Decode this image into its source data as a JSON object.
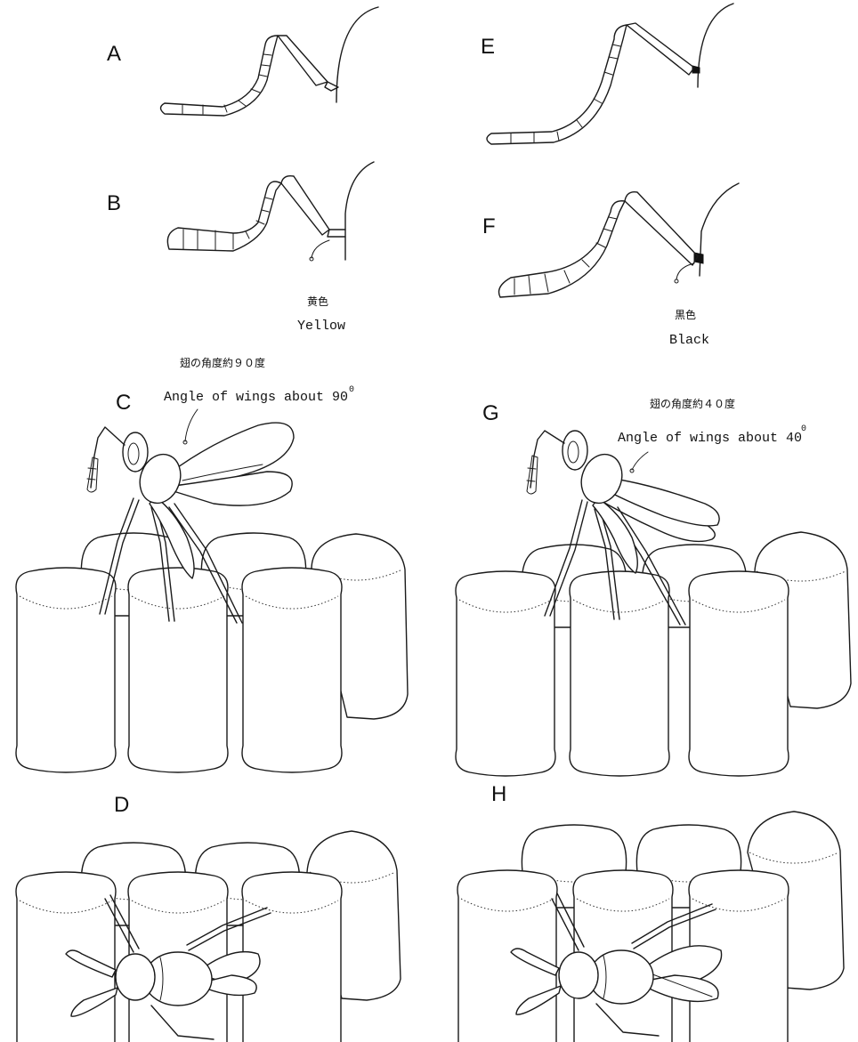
{
  "panels": {
    "A": "A",
    "B": "B",
    "C": "C",
    "D": "D",
    "E": "E",
    "F": "F",
    "G": "G",
    "H": "H"
  },
  "labels": {
    "yellow_jp": "黄色",
    "yellow_en": "Yellow",
    "black_jp": "黒色",
    "black_en": "Black",
    "angle90_jp": "翅の角度約９０度",
    "angle90_en": "Angle of wings about 90",
    "angle90_sup": "0",
    "angle40_jp": "翅の角度約４０度",
    "angle40_en": "Angle of wings about 40",
    "angle40_sup": "0"
  },
  "colors": {
    "ink": "#1a1a1a",
    "paper": "#ffffff"
  }
}
